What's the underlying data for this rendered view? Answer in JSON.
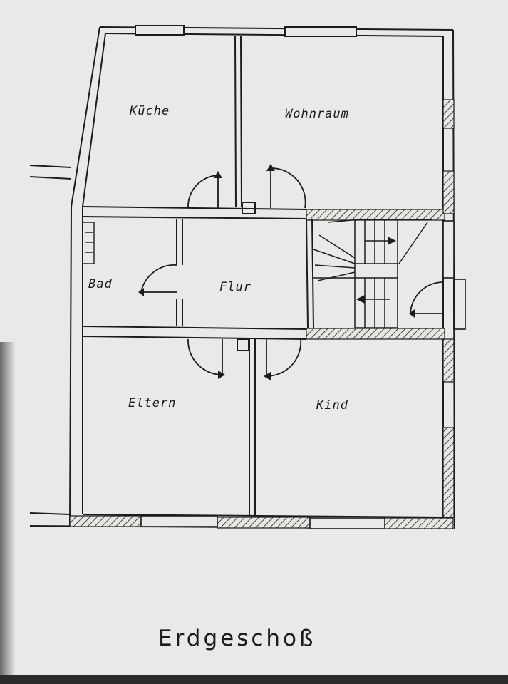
{
  "plan": {
    "title": "Erdgeschoß",
    "rooms": {
      "kueche": "Küche",
      "wohnraum": "Wohnraum",
      "bad": "Bad",
      "flur": "Flur",
      "eltern": "Eltern",
      "kind": "Kind"
    }
  },
  "colors": {
    "paper": "#e9e9e7",
    "ink": "#1c1c1c",
    "background": "#2a2a2a"
  }
}
